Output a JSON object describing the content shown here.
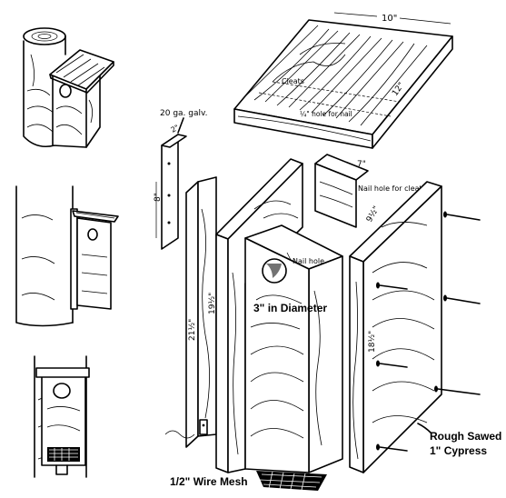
{
  "labels": {
    "width_top": "10\"",
    "cleats": "Cleats",
    "nail_hole_top": "¼\" hole for nail",
    "galv": "20 ga. galv.",
    "strap_width": "2\"",
    "strap_length": "8\"",
    "back_length": "21½\"",
    "side_length_left": "19½\"",
    "side_width_top": "7\"",
    "nail_hole_cleat": "Nail hole for cleat",
    "nail_hole_front": "Nail hole",
    "diameter": "3\" in Diameter",
    "side_length_right": "18½\"",
    "side_width_right": "9½\"",
    "roof_depth": "12\"",
    "wire_mesh": "1/2\" Wire Mesh",
    "material_line1": "Rough Sawed",
    "material_line2": "1\" Cypress"
  }
}
